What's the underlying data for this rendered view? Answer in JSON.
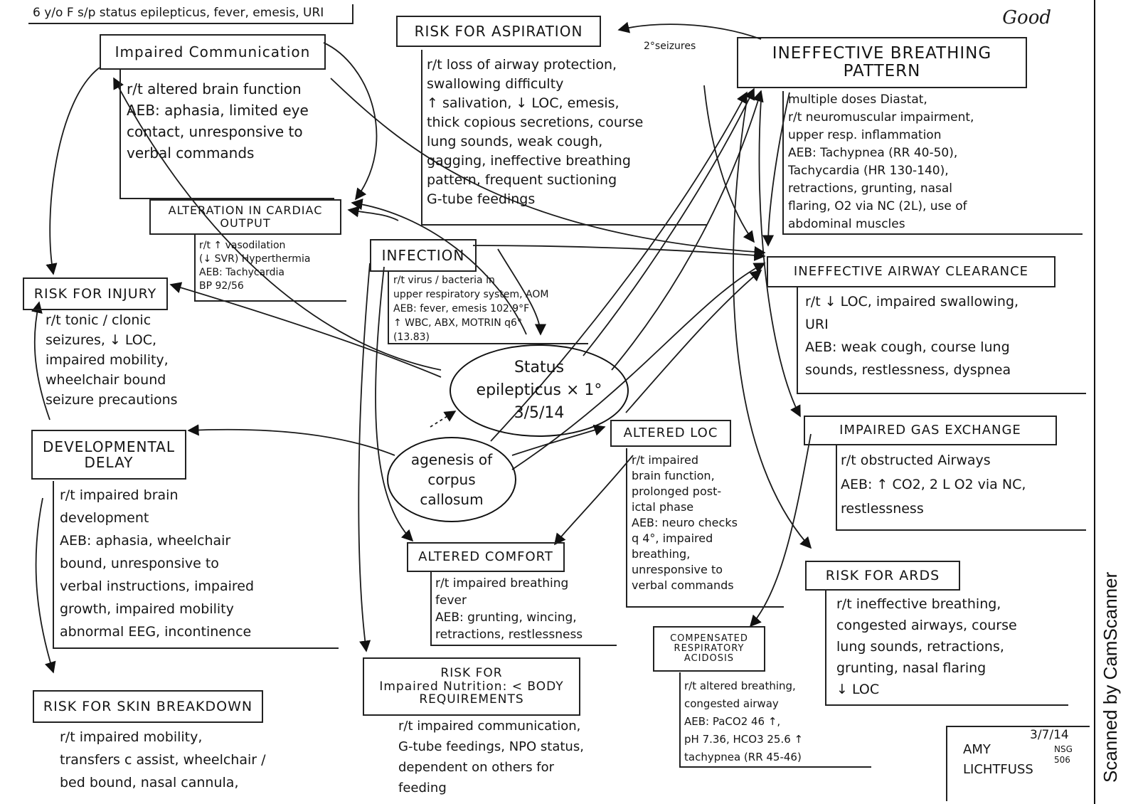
{
  "header": {
    "case": "6 y/o F s/p status epilepticus, fever, emesis, URI",
    "grade": "Good"
  },
  "center": {
    "main_problem": "Status\nepilepticus × 1°\n3/5/14",
    "secondary": "agenesis of\ncorpus\ncallosum"
  },
  "nodes": {
    "impaired_communication": {
      "title": "Impaired Communication",
      "body": "r/t altered brain function\nAEB: aphasia, limited eye\ncontact, unresponsive to\nverbal commands"
    },
    "risk_aspiration": {
      "title": "RISK FOR ASPIRATION",
      "note": "2°seizures",
      "body": "r/t loss of airway protection,\nswallowing difficulty\n↑ salivation, ↓ LOC, emesis,\nthick copious secretions, course\nlung sounds, weak cough,\ngagging, ineffective breathing\npattern, frequent suctioning\nG-tube feedings"
    },
    "ineffective_breathing": {
      "title": "INEFFECTIVE BREATHING\nPATTERN",
      "body": "multiple doses Diastat,\nr/t neuromuscular impairment,\nupper resp. inflammation\nAEB: Tachypnea (RR 40-50),\nTachycardia (HR 130-140),\nretractions, grunting, nasal\nflaring, O2 via NC (2L), use of\nabdominal muscles"
    },
    "cardiac_output": {
      "title": "ALTERATION IN CARDIAC\nOUTPUT",
      "body": "r/t ↑ vasodilation\n(↓ SVR) Hyperthermia\nAEB: Tachycardia\nBP 92/56"
    },
    "infection": {
      "title": "INFECTION",
      "body": "r/t virus / bacteria in\nupper respiratory system, AOM\nAEB: fever, emesis 102.9°F\n↑ WBC, ABX, MOTRIN q6°\n(13.83)"
    },
    "airway_clearance": {
      "title": "INEFFECTIVE AIRWAY CLEARANCE",
      "body": "r/t ↓ LOC, impaired swallowing,\nURI\nAEB: weak cough, course lung\nsounds, restlessness, dyspnea"
    },
    "risk_injury": {
      "title": "RISK FOR INJURY",
      "body": "r/t tonic / clonic\nseizures, ↓ LOC,\nimpaired mobility,\nwheelchair bound\nseizure precautions"
    },
    "developmental_delay": {
      "title": "DEVELOPMENTAL\nDELAY",
      "body": "r/t impaired brain\ndevelopment\nAEB: aphasia, wheelchair\nbound, unresponsive to\nverbal instructions, impaired\ngrowth, impaired mobility\nabnormal EEG, incontinence"
    },
    "altered_loc": {
      "title": "ALTERED LOC",
      "body": "r/t impaired\nbrain function,\nprolonged post-\nictal phase\nAEB: neuro checks\nq 4°, impaired\nbreathing,\nunresponsive to\nverbal commands"
    },
    "gas_exchange": {
      "title": "IMPAIRED GAS EXCHANGE",
      "body": "r/t obstructed Airways\nAEB: ↑ CO2, 2 L O2 via NC,\nrestlessness"
    },
    "altered_comfort": {
      "title": "ALTERED COMFORT",
      "body": "r/t impaired breathing\nfever\nAEB: grunting, wincing,\nretractions, restlessness"
    },
    "risk_ards": {
      "title": "RISK FOR ARDS",
      "body": "r/t ineffective breathing,\ncongested airways, course\nlung sounds, retractions,\ngrunting, nasal flaring\n↓ LOC"
    },
    "resp_acidosis": {
      "title": "COMPENSATED\nRESPIRATORY\nACIDOSIS",
      "body": "r/t altered breathing,\ncongested airway\nAEB: PaCO2 46 ↑,\npH 7.36, HCO3 25.6 ↑\ntachypnea (RR 45-46)"
    },
    "skin_breakdown": {
      "title": "RISK FOR SKIN BREAKDOWN",
      "body": "r/t impaired mobility,\ntransfers c assist, wheelchair /\nbed bound, nasal cannula,"
    },
    "nutrition": {
      "title": "RISK FOR\nImpaired Nutrition: < BODY\nREQUIREMENTS",
      "body": "r/t impaired communication,\nG-tube feedings, NPO status,\ndependent on others for\nfeeding"
    }
  },
  "signature": {
    "name": "AMY\nLICHTFUSS",
    "date": "3/7/14",
    "course": "NSG\n506"
  },
  "watermark": "Scanned by CamScanner"
}
